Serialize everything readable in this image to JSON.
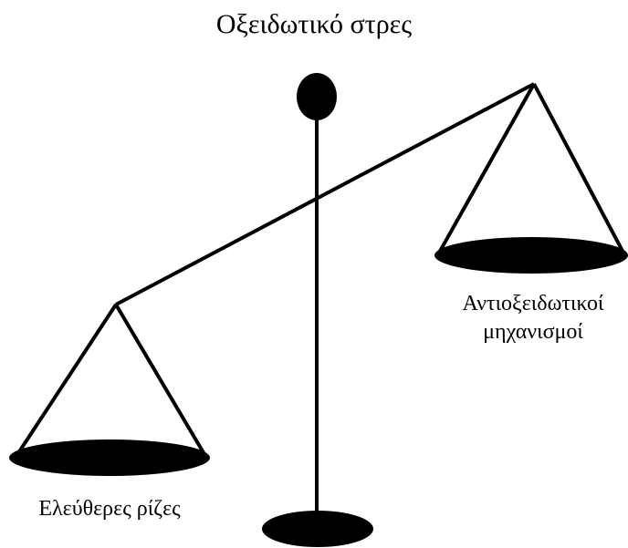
{
  "diagram": {
    "title": "Οξειδωτικό στρες",
    "right_pan_label": [
      "Αντιοξειδωτικοί",
      "μηχανισμοί"
    ],
    "left_pan_label": "Ελεύθερες ρίζες",
    "ink_color": "#000000",
    "background": "#ffffff"
  }
}
